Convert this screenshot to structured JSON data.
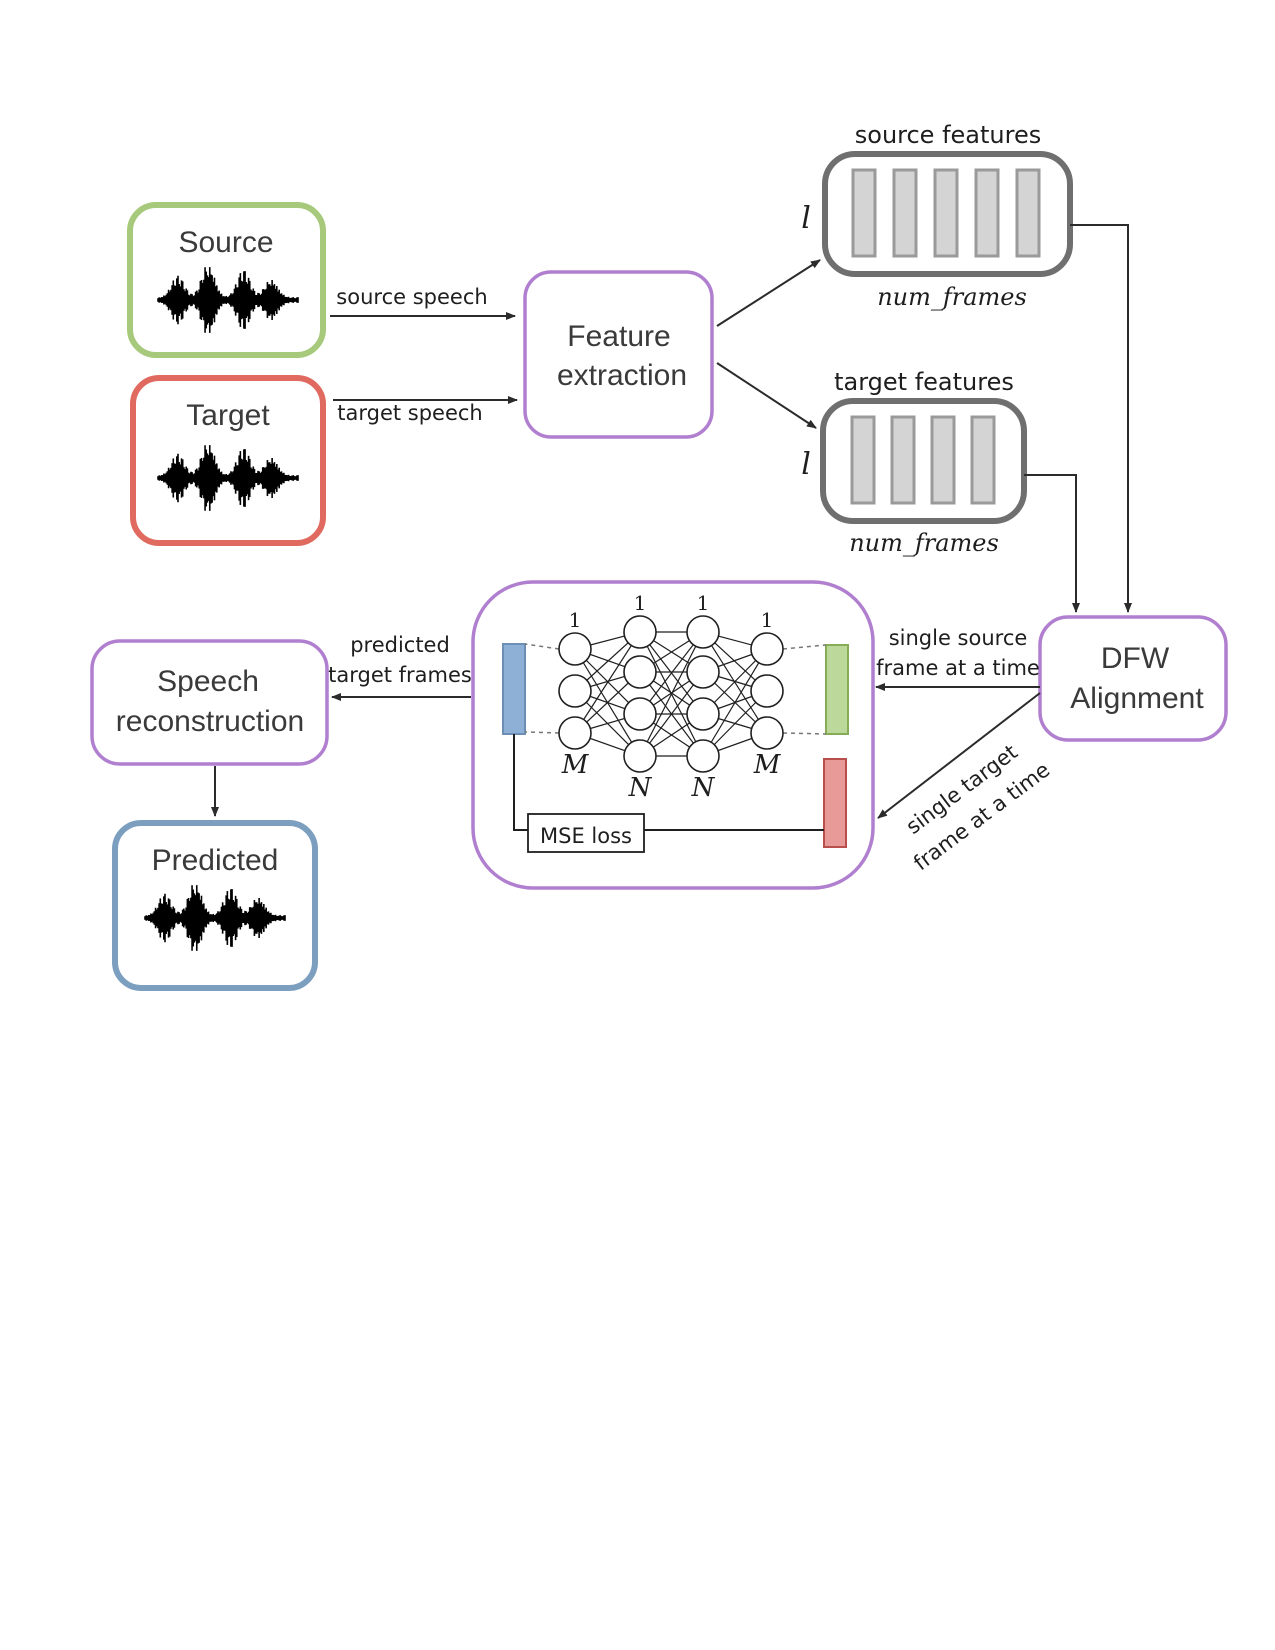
{
  "colors": {
    "source_border": "#a7c97b",
    "target_border": "#e06a60",
    "predicted_border": "#7c9fbf",
    "process_border": "#b07fcf",
    "feature_border": "#6f6f6f",
    "feature_cell": "#d4d4d4",
    "output_bar": "#8fb0d6",
    "source_bar": "#bcd89b",
    "target_bar": "#e89a98"
  },
  "nodes": {
    "source": {
      "label": "Source",
      "icon": "waveform-icon"
    },
    "target": {
      "label": "Target",
      "icon": "waveform-icon"
    },
    "feature_extraction": {
      "line1": "Feature",
      "line2": "extraction"
    },
    "source_features": {
      "title": "source features",
      "height_label": "l",
      "width_label": "num_frames",
      "cells": 5
    },
    "target_features": {
      "title": "target features",
      "height_label": "l",
      "width_label": "num_frames",
      "cells": 4
    },
    "dfw": {
      "line1": "DFW",
      "line2": "Alignment"
    },
    "speech_reconstruction": {
      "line1": "Speech",
      "line2": "reconstruction"
    },
    "predicted": {
      "label": "Predicted",
      "icon": "waveform-icon"
    }
  },
  "edges": {
    "source_speech": "source speech",
    "target_speech": "target speech",
    "single_source_line1": "single source",
    "single_source_line2": "frame at a time",
    "single_target_line1": "single target",
    "single_target_line2": "frame at a time",
    "predicted_line1": "predicted",
    "predicted_line2": "target frames"
  },
  "network": {
    "layers": [
      {
        "size_label": "M",
        "top_label": "1",
        "nodes": 3
      },
      {
        "size_label": "N",
        "top_label": "1",
        "nodes": 4
      },
      {
        "size_label": "N",
        "top_label": "1",
        "nodes": 4
      },
      {
        "size_label": "M",
        "top_label": "1",
        "nodes": 3
      }
    ],
    "loss_label": "MSE loss"
  }
}
